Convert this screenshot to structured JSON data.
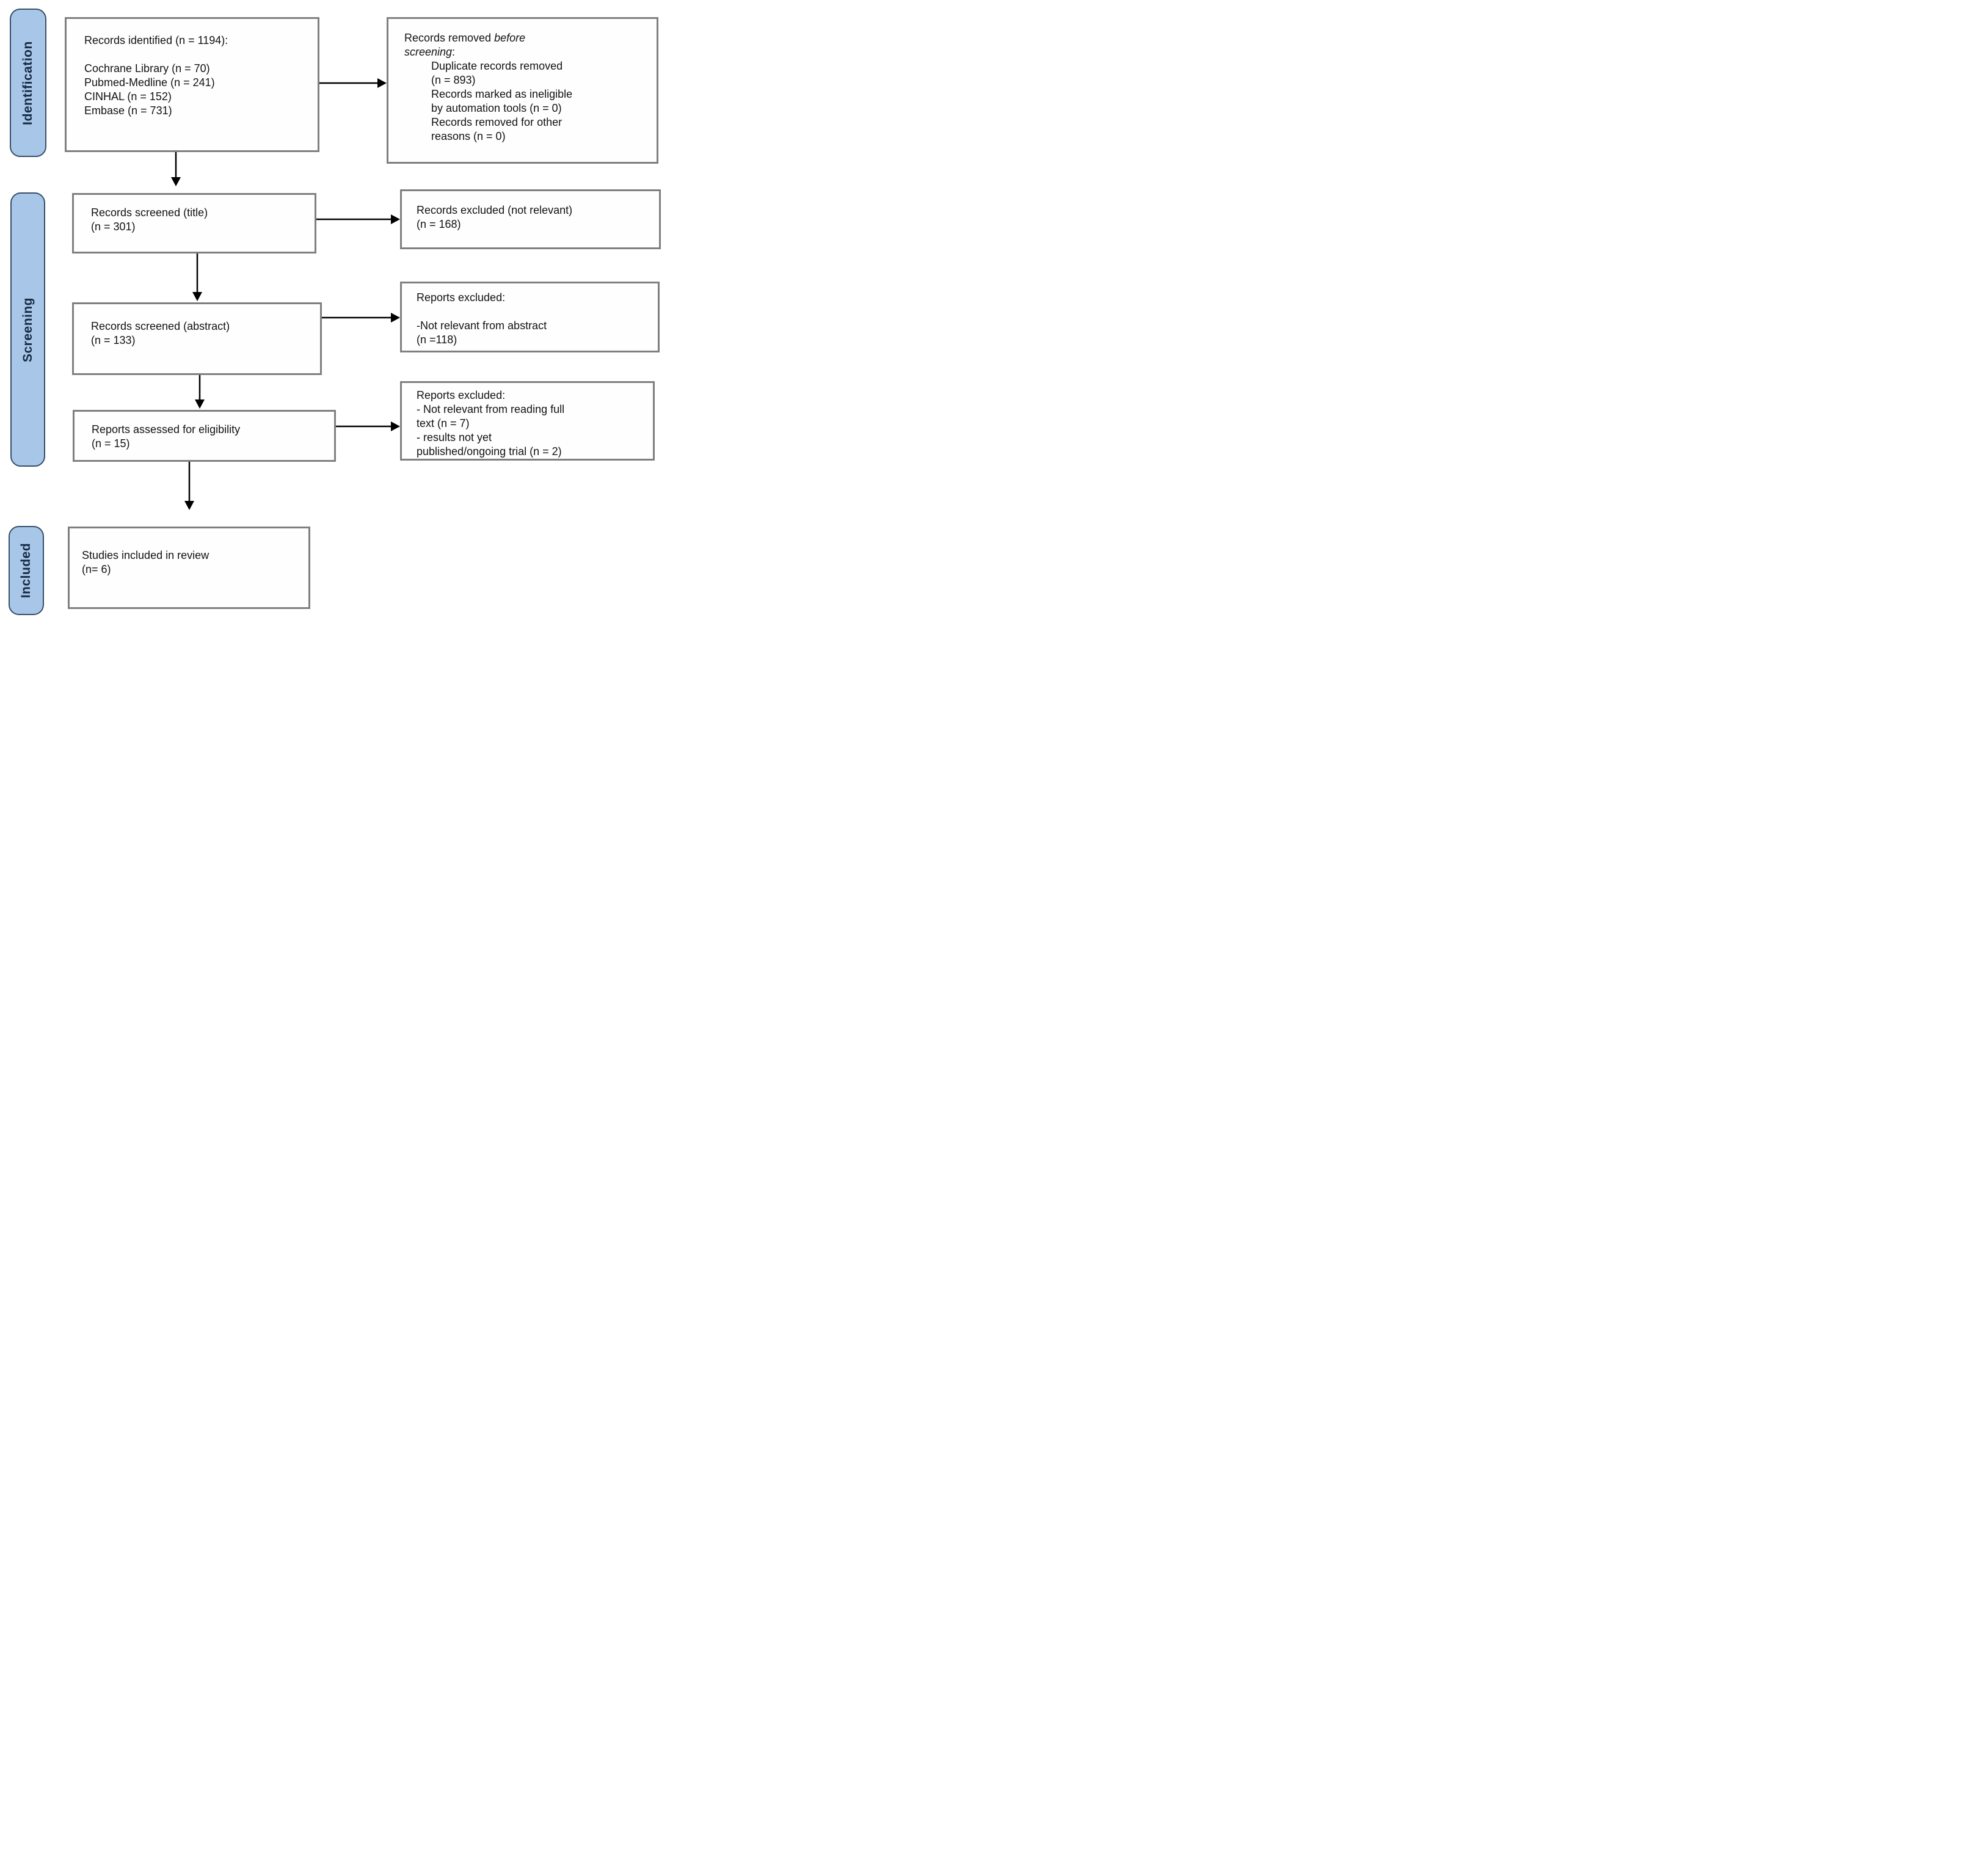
{
  "stage_labels": {
    "identification": "Identification",
    "screening": "Screening",
    "included": "Included"
  },
  "boxes": {
    "identified": {
      "lines": [
        "Records identified (n = 1194):",
        "",
        "Cochrane Library (n = 70)",
        "Pubmed-Medline (n = 241)",
        "CINHAL (n = 152)",
        "Embase (n = 731)"
      ]
    },
    "removed_before_screening": {
      "line1_regular": "Records removed ",
      "line1_italic": "before",
      "line2_italic": "screening",
      "line2_regular": ":",
      "items": [
        "Duplicate records removed",
        "(n = 893)",
        "Records marked as ineligible",
        "by automation tools (n = 0)",
        "Records removed for other",
        "reasons (n = 0)"
      ]
    },
    "screened_title": {
      "lines": [
        "Records screened (title)",
        "(n = 301)"
      ]
    },
    "excluded_not_relevant": {
      "lines": [
        "Records excluded (not relevant)",
        "(n = 168)"
      ]
    },
    "screened_abstract": {
      "lines": [
        "Records screened (abstract)",
        "(n = 133)"
      ]
    },
    "reports_excluded_abstract": {
      "lines": [
        "Reports excluded:",
        "",
        "-Not relevant from abstract",
        "(n =118)"
      ]
    },
    "assessed_eligibility": {
      "lines": [
        "Reports assessed for eligibility",
        "(n = 15)"
      ]
    },
    "reports_excluded_fulltext": {
      "lines": [
        "Reports excluded:",
        "- Not relevant from reading full",
        "text (n = 7)",
        "- results not yet",
        "published/ongoing trial (n = 2)"
      ]
    },
    "included_studies": {
      "lines": [
        "Studies included in review",
        "(n= 6)"
      ]
    }
  },
  "colors": {
    "stage_label_fill": "#a8c6e7",
    "stage_label_border": "#374f6b",
    "stage_label_text": "#152a45",
    "box_border": "#7f7f7f",
    "arrow": "#000000"
  }
}
